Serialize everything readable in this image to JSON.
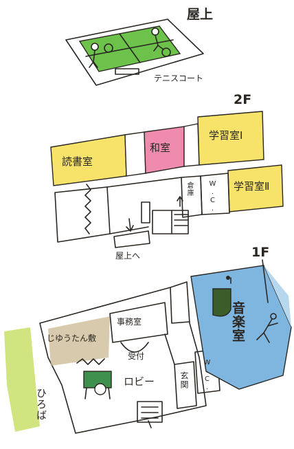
{
  "roof": {
    "title": "屋上",
    "court_label": "テニスコート"
  },
  "floor2": {
    "title": "2F",
    "rooms": {
      "reading": "読書室",
      "japanese": "和室",
      "study1": "学習室Ⅰ",
      "study2": "学習室Ⅱ",
      "storage": "倉庫",
      "wc": "W.C."
    },
    "stairs_label": "屋上へ"
  },
  "floor1": {
    "title": "1F",
    "rooms": {
      "free_space": "じゆうたん敷",
      "office": "事務室",
      "reception": "受付",
      "lobby": "ロビー",
      "entrance": "玄関",
      "wc": "W.C.",
      "music": "音楽室"
    },
    "plaza": "ひろば"
  },
  "colors": {
    "ink": "#2a2622",
    "court_green": "#6cc24a",
    "yellow_room": "#f7e36a",
    "pink_room": "#f08bb0",
    "music_blue": "#7fb6e0",
    "plaza_green": "#c8e06a",
    "rug_tan": "#c8b48a"
  }
}
